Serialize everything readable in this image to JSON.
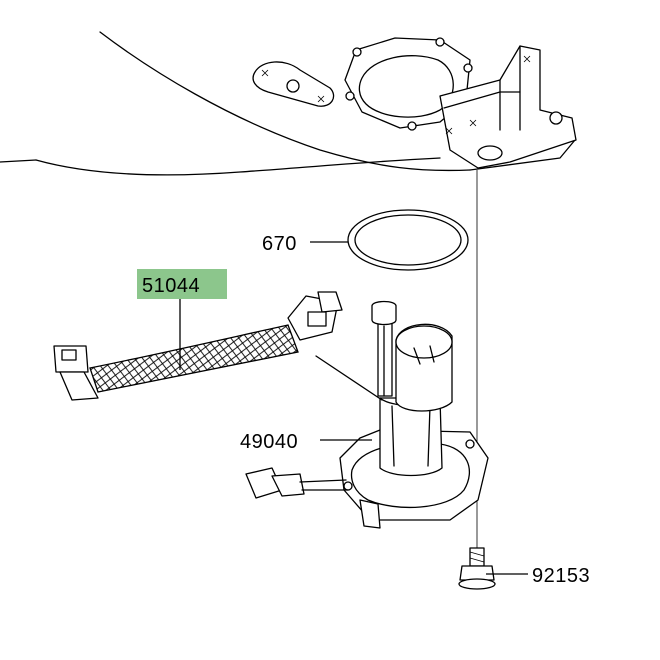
{
  "diagram": {
    "highlight_color": "#8cc68c",
    "line_color": "#000000",
    "background": "#ffffff",
    "parts": [
      {
        "number": "670",
        "highlighted": false
      },
      {
        "number": "51044",
        "highlighted": true
      },
      {
        "number": "49040",
        "highlighted": false
      },
      {
        "number": "92153",
        "highlighted": false
      }
    ]
  }
}
